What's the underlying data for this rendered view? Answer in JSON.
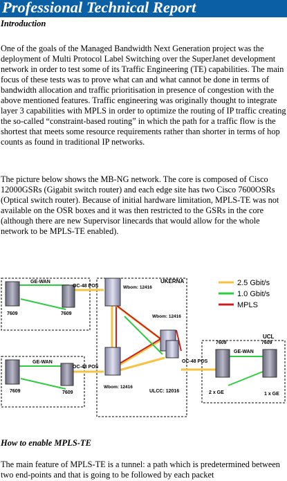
{
  "report": {
    "title": "Professional Technical Report"
  },
  "intro": {
    "heading": "Introduction",
    "paragraph1": "One of the goals of the Managed Bandwidth Next Generation project was the deployment of Multi Protocol Label Switching over the SuperJanet development network in order to test some of its Traffic Engineering (TE) capabilities. The main focus of these tests was to prove what can and what cannot be done in terms of bandwidth allocation and traffic prioritisation in presence of congestion with the above mentioned features. Traffic engineering was originally thought to integrate layer 3 capabilities with MPLS in order to optimize the routing of IP traffic creating the so-called “constraint-based routing” in which the path for a traffic flow is the shortest that meets some resource requirements rather than shorter in terms of hop counts as found in traditional IP networks.",
    "paragraph2": "The picture below shows the MB-NG network. The core is composed of Cisco 12000GSRs (Gigabit switch router) and each edge site has two Cisco 7600OSRs (Optical switch router). Because of initial hardware limitation, MPLS-TE was not available on the OSR boxes and it was then restricted to the GSRs in the core (although there are new Supervisor linecards that would allow for the whole network to be MPLS-TE enabled)."
  },
  "diagram": {
    "site_top_left": {
      "wan_label": "GE-WAN",
      "router_a": "7609",
      "router_b": "7609",
      "link_label": "OC-48 POS"
    },
    "site_bottom_left": {
      "wan_label": "GE-WAN",
      "router_a": "7609",
      "router_b": "7609",
      "link_label": "OC-48 POS"
    },
    "core": {
      "label": "UKERNA",
      "router_top": "Wbom: 12416",
      "router_mid": "Wbom: 12416",
      "router_bottom": "Wbom: 12416",
      "router_ulcc": "ULCC: 12016"
    },
    "site_ucl": {
      "label": "UCL",
      "wan_label": "GE-WAN",
      "router_a": "7609",
      "router_b": "7609",
      "link_label": "OC-48 POS",
      "host_a": "2 x GE",
      "host_b": "1 x GE"
    },
    "legend": [
      {
        "label": "2.5 Gbit/s",
        "color": "#f5c242"
      },
      {
        "label": "1.0 Gbit/s",
        "color": "#2ecc40"
      },
      {
        "label": "MPLS",
        "color": "#cc2020"
      }
    ]
  },
  "mpls": {
    "heading": "How to enable MPLS-TE",
    "paragraph": "The main feature of MPLS-TE is a tunnel: a path which is predetermined between two end-points and that is going to be followed by each packet"
  }
}
